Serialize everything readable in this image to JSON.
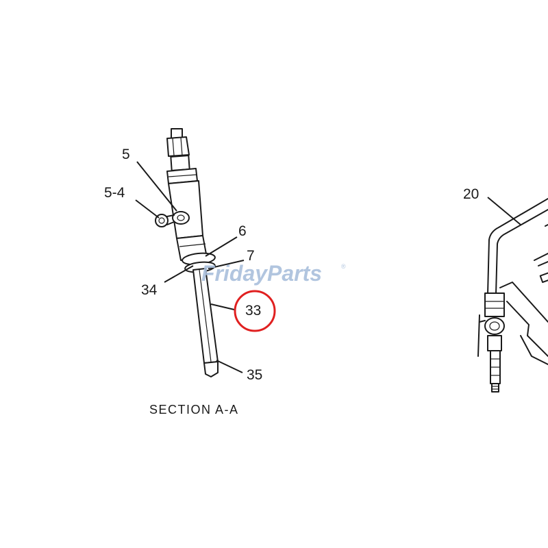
{
  "watermark": {
    "part1": "Friday",
    "part2": "Parts",
    "mark": "®",
    "color_primary": "#a9bfdc",
    "color_accent": "#f0c58c"
  },
  "highlight": {
    "color": "#e02020",
    "callout": "33"
  },
  "callouts": {
    "c5": "5",
    "c5_4": "5-4",
    "c6": "6",
    "c7": "7",
    "c34": "34",
    "c33": "33",
    "c35": "35",
    "c20": "20"
  },
  "section_label": "SECTION A-A"
}
